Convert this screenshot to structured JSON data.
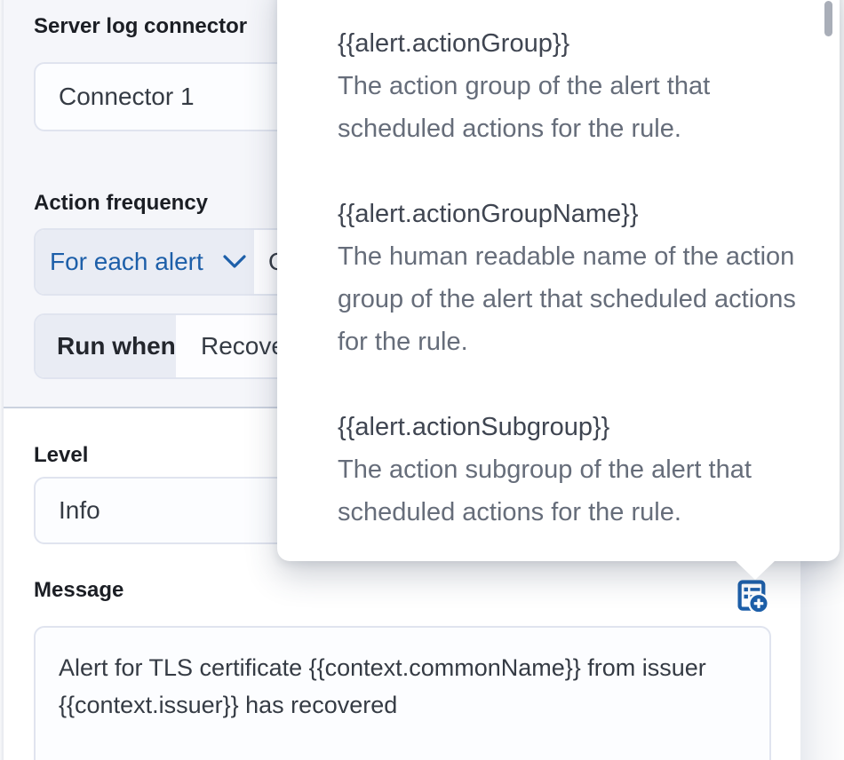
{
  "colors": {
    "primary": "#1d5fa9",
    "section_background": "#f5f6fa",
    "segment_background": "#e9ecf4"
  },
  "panel": {
    "title": "Server log connector",
    "connector": {
      "value": "Connector 1"
    },
    "action_frequency": {
      "label": "Action frequency",
      "notify_value": "For each alert",
      "throttle_value": "On check intervals",
      "run_when_label": "Run when",
      "run_when_value": "Recovered"
    },
    "level": {
      "label": "Level",
      "value": "Info"
    },
    "message": {
      "label": "Message",
      "value": "Alert for TLS certificate {{context.commonName}} from issuer {{context.issuer}} has recovered"
    }
  },
  "popover": {
    "items": [
      {
        "name": "{{alert.actionGroup}}",
        "description": "The action group of the alert that scheduled actions for the rule."
      },
      {
        "name": "{{alert.actionGroupName}}",
        "description": "The human readable name of the action group of the alert that scheduled actions for the rule."
      },
      {
        "name": "{{alert.actionSubgroup}}",
        "description": "The action subgroup of the alert that scheduled actions for the rule."
      }
    ]
  }
}
